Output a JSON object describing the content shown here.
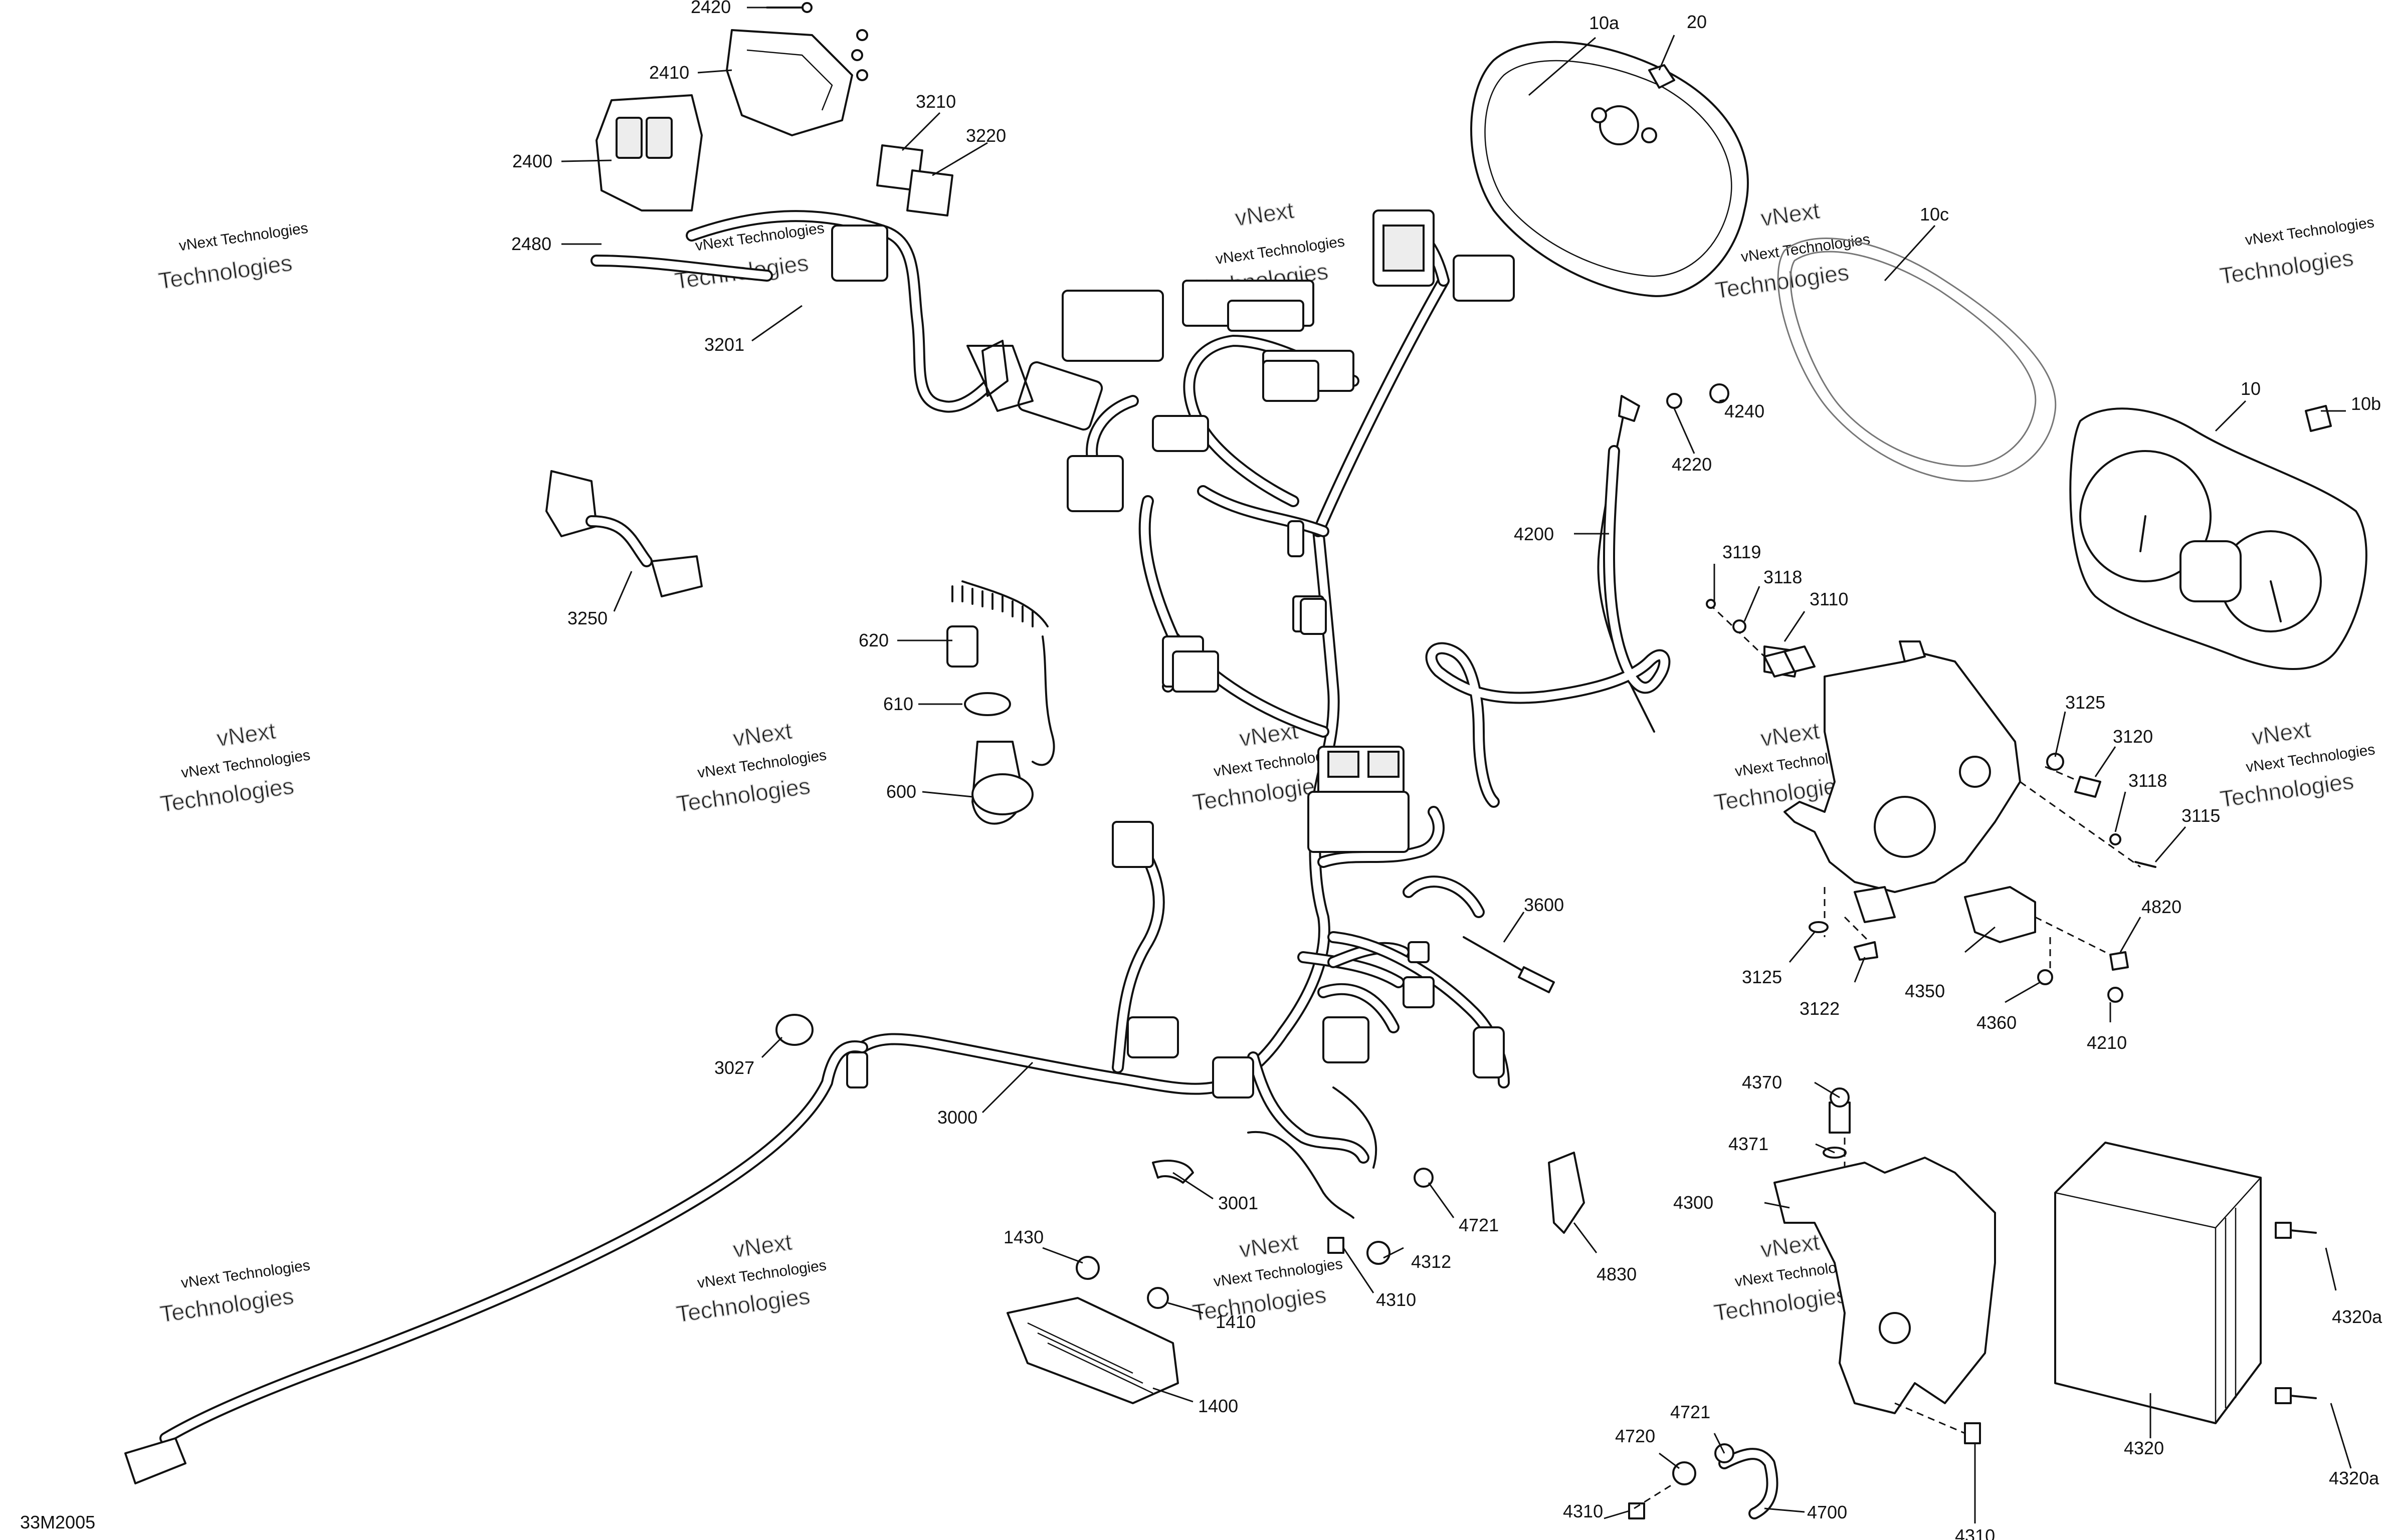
{
  "diagram": {
    "code": "33M2005",
    "watermark": {
      "line1": "vNext Technologies",
      "line2": "vNext",
      "line3": "Technologies"
    },
    "part_labels": [
      "2420",
      "2410",
      "2400",
      "2480",
      "3210",
      "3220",
      "3201",
      "3250",
      "620",
      "610",
      "600",
      "3027",
      "3000",
      "3001",
      "1430",
      "1410",
      "1400",
      "4310",
      "4312",
      "4721",
      "4830",
      "3600",
      "4200",
      "4220",
      "4240",
      "10a",
      "20",
      "10c",
      "10",
      "10b",
      "3119",
      "3118",
      "3110",
      "3125",
      "3120",
      "3118",
      "3115",
      "3125",
      "3122",
      "4350",
      "4360",
      "4820",
      "4210",
      "4370",
      "4371",
      "4300",
      "4320",
      "4320a",
      "4320a",
      "4721",
      "4720",
      "4310",
      "4700",
      "4310"
    ]
  }
}
